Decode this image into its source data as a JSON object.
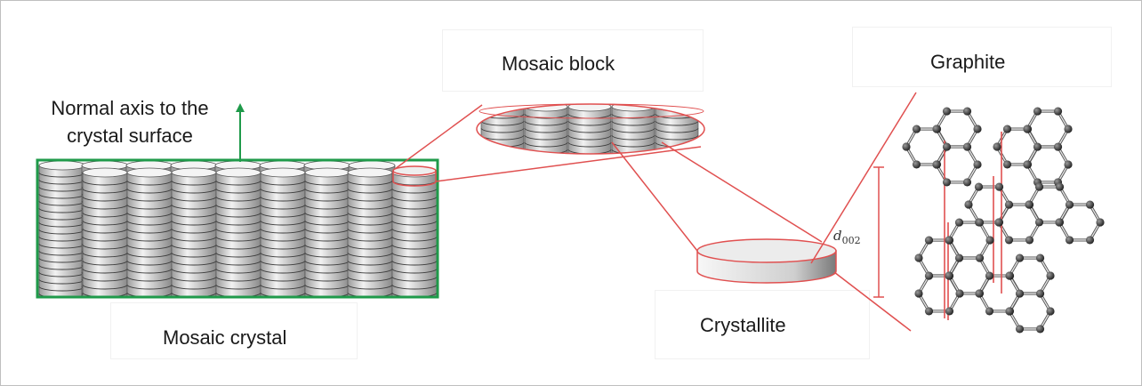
{
  "labels": {
    "normal_axis": "Normal axis to the crystal surface",
    "mosaic_crystal": "Mosaic crystal",
    "mosaic_block": "Mosaic block",
    "crystallite": "Crystallite",
    "graphite": "Graphite",
    "d_symbol": "d",
    "d_subscript": "002"
  },
  "colors": {
    "accent_green": "#1f9a4a",
    "accent_red": "#e05050",
    "disc_fill": "#d9d9d9",
    "atom": "#333333"
  }
}
